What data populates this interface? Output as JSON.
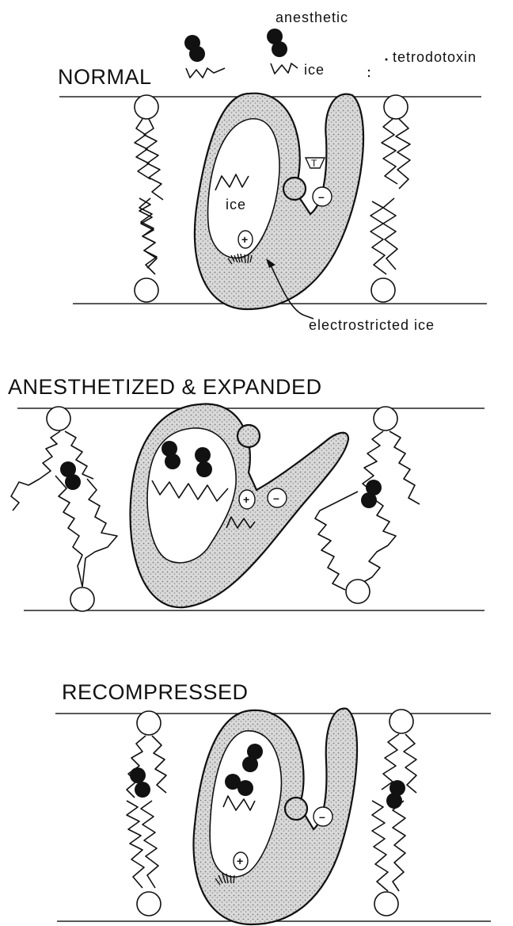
{
  "legend": {
    "anesthetic": "anesthetic",
    "ice": "ice",
    "tetrodotoxin": "tetrodotoxin"
  },
  "panels": {
    "normal": {
      "title": "NORMAL",
      "ice_label": "ice",
      "toxin_label": "T",
      "plus": "+",
      "minus": "–",
      "callout": "electrostricted ice"
    },
    "anesthetized": {
      "title": "ANESTHETIZED & EXPANDED",
      "plus": "+",
      "minus": "–"
    },
    "recompressed": {
      "title": "RECOMPRESSED",
      "plus": "+",
      "minus": "–"
    }
  },
  "colors": {
    "ink": "#111111",
    "paper": "#ffffff",
    "stipple": "#9a9a9a"
  }
}
